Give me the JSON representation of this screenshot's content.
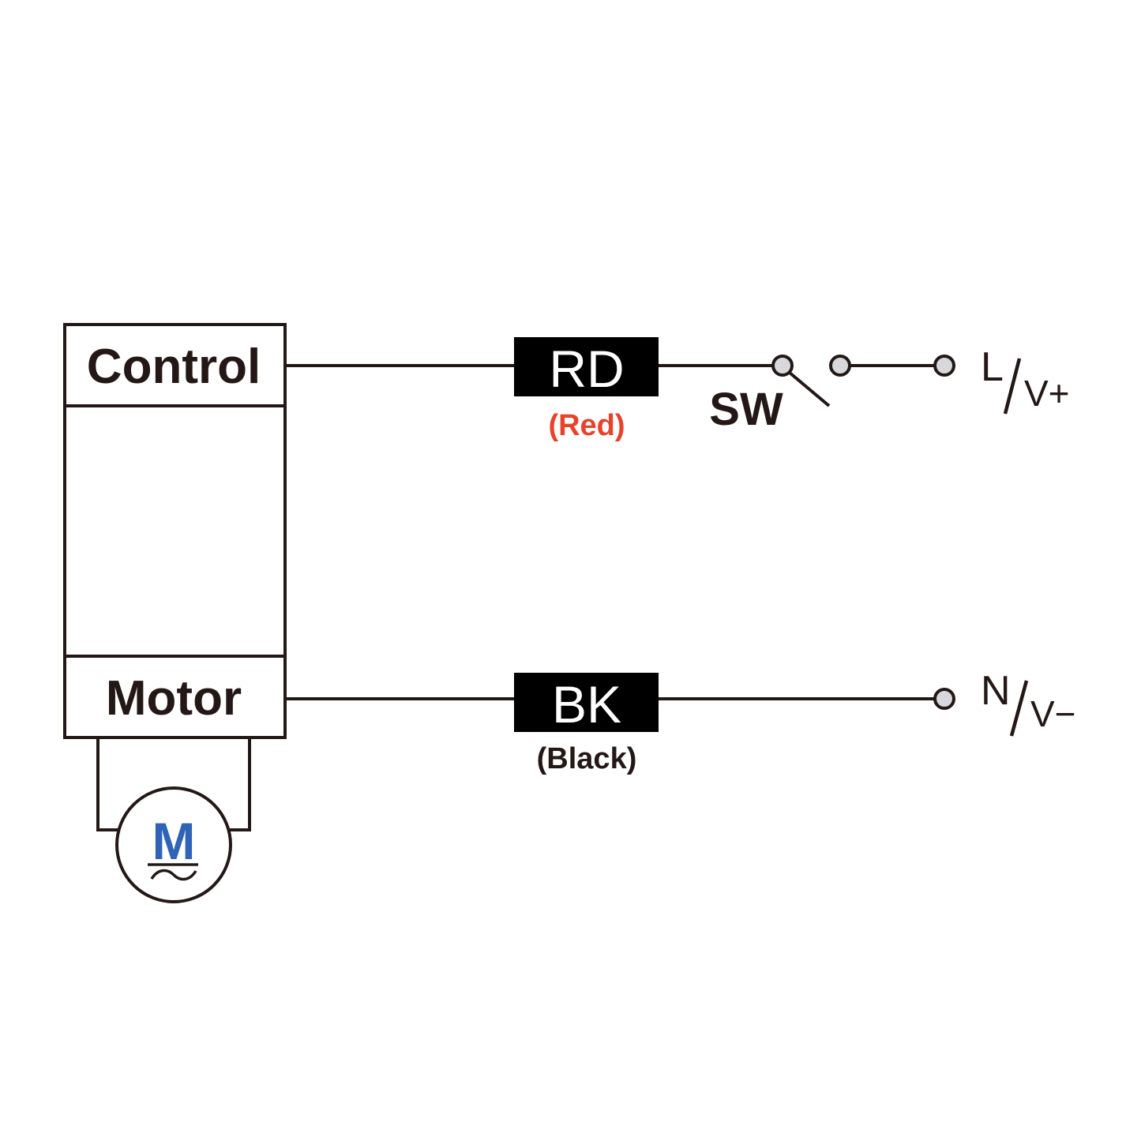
{
  "controller": {
    "control_label": "Control",
    "motor_label": "Motor"
  },
  "motor_symbol": {
    "letter": "M",
    "wave": "~"
  },
  "wires": {
    "red": {
      "code": "RD",
      "name": "(Red)"
    },
    "black": {
      "code": "BK",
      "name": "(Black)"
    }
  },
  "switch": {
    "label": "SW"
  },
  "terminals": {
    "live": {
      "main": "L",
      "slash": "/",
      "sub": "V+"
    },
    "neutral": {
      "main": "N",
      "slash": "/",
      "sub": "V−"
    }
  },
  "colors": {
    "line": "#231815",
    "red_text": "#e8422b",
    "motor_blue": "#2e63b8",
    "terminal_fill": "#d8d8dc"
  }
}
